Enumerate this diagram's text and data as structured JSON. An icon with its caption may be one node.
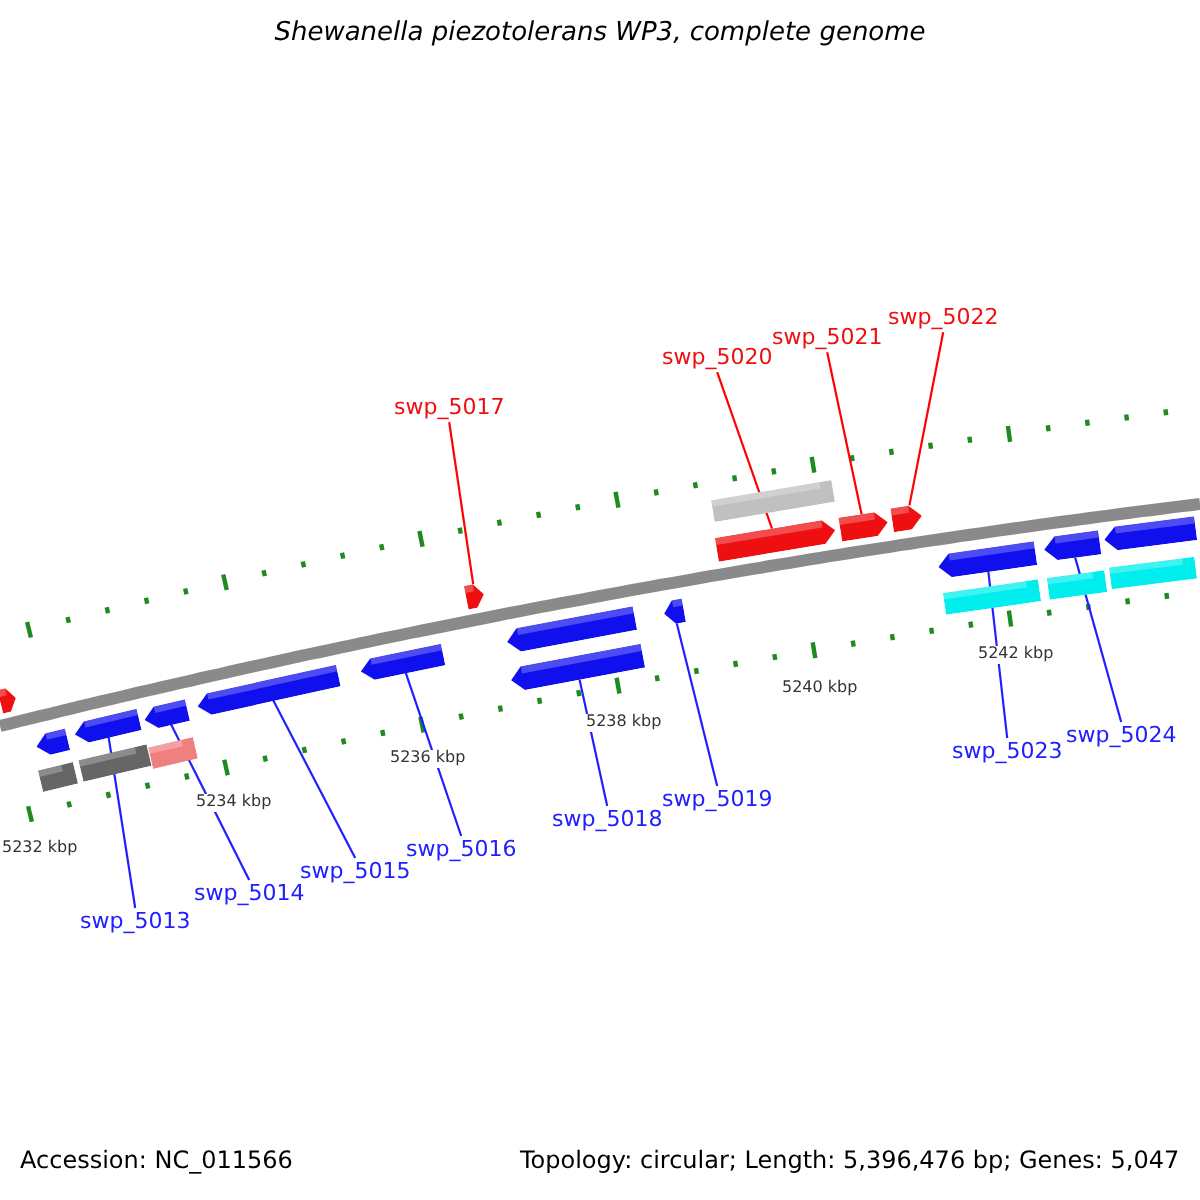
{
  "diagram": {
    "title": "Shewanella piezotolerans WP3, complete genome",
    "nodes": [
      {
        "text": [
          "swp_5013"
        ]
      },
      {
        "text": [
          "swp_5014"
        ]
      },
      {
        "text": [
          "swp_5015"
        ]
      },
      {
        "text": [
          "swp_5016"
        ]
      },
      {
        "text": [
          "swp_5017"
        ]
      },
      {
        "text": [
          "swp_5018"
        ]
      },
      {
        "text": [
          "swp_5019"
        ]
      },
      {
        "text": [
          "swp_5020"
        ]
      },
      {
        "text": [
          "swp_5021"
        ]
      },
      {
        "text": [
          "swp_5022"
        ]
      },
      {
        "text": [
          "swp_5023"
        ]
      },
      {
        "text": [
          "swp_5024"
        ]
      },
      {
        "text": [],
        "shape": "arrow"
      },
      {
        "text": [],
        "shape": "arrow"
      },
      {
        "text": [],
        "shape": "bar"
      },
      {
        "text": [],
        "shape": "arrow"
      },
      {
        "text": [],
        "shape": "bar"
      },
      {
        "text": [],
        "shape": "arrow"
      },
      {
        "text": [],
        "shape": "bar"
      },
      {
        "text": [],
        "shape": "arrow"
      },
      {
        "text": [],
        "shape": "arrow"
      },
      {
        "text": [],
        "shape": "arrow"
      },
      {
        "text": [],
        "shape": "arrow"
      },
      {
        "text": [],
        "shape": "arrow"
      },
      {
        "text": [],
        "shape": "arrow"
      },
      {
        "text": [],
        "shape": "bar"
      },
      {
        "text": [],
        "shape": "arrow"
      },
      {
        "text": [],
        "shape": "arrow"
      },
      {
        "text": [],
        "shape": "arrow"
      },
      {
        "text": [],
        "shape": "arrow"
      },
      {
        "text": [],
        "shape": "bar"
      },
      {
        "text": [],
        "shape": "arrow"
      },
      {
        "text": [],
        "shape": "bar"
      },
      {
        "text": [],
        "shape": "arrow"
      },
      {
        "text": [],
        "shape": "bar"
      }
    ],
    "edges": [
      {
        "from": 0,
        "to": 15,
        "arrow": "none"
      },
      {
        "from": 1,
        "to": 17,
        "arrow": "none"
      },
      {
        "from": 2,
        "to": 19,
        "arrow": "none"
      },
      {
        "from": 3,
        "to": 20,
        "arrow": "none"
      },
      {
        "from": 4,
        "to": 21,
        "arrow": "none",
        "color": "#ff0000"
      },
      {
        "from": 5,
        "to": 23,
        "arrow": "none"
      },
      {
        "from": 6,
        "to": 24,
        "arrow": "none"
      },
      {
        "from": 7,
        "to": 26,
        "arrow": "none",
        "color": "#ff0000"
      },
      {
        "from": 8,
        "to": 27,
        "arrow": "none",
        "color": "#ff0000"
      },
      {
        "from": 9,
        "to": 28,
        "arrow": "none",
        "color": "#ff0000"
      },
      {
        "from": 10,
        "to": 29,
        "arrow": "none"
      },
      {
        "from": 11,
        "to": 31,
        "arrow": "none"
      }
    ],
    "labels": [
      "5232 kbp",
      "5234 kbp",
      "5236 kbp",
      "5238 kbp",
      "5240 kbp",
      "5242 kbp",
      "Accession: NC_011566",
      "Topology: circular; Length: 5,396,476 bp; Genes: 5,047"
    ]
  }
}
